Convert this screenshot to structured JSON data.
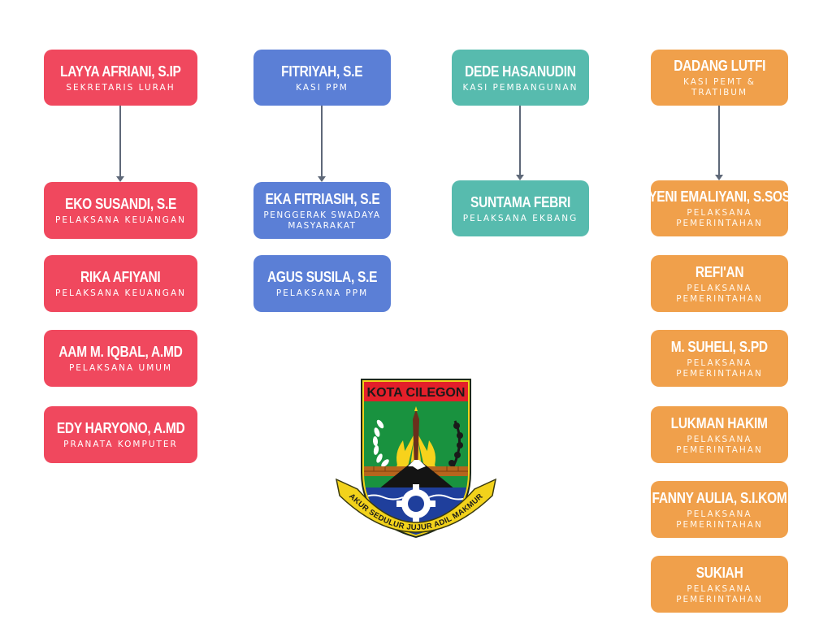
{
  "columns": [
    {
      "head": {
        "name": "LAYYA AFRIANI, S.IP",
        "role": "SEKRETARIS LURAH"
      },
      "members": [
        {
          "name": "EKO SUSANDI, S.E",
          "role": "PELAKSANA KEUANGAN"
        },
        {
          "name": "RIKA AFIYANI",
          "role": "PELAKSANA KEUANGAN"
        },
        {
          "name": "AAM M. IQBAL, A.MD",
          "role": "PELAKSANA UMUM"
        },
        {
          "name": "EDY HARYONO, A.MD",
          "role": "PRANATA KOMPUTER"
        }
      ]
    },
    {
      "head": {
        "name": "FITRIYAH, S.E",
        "role": "KASI PPM"
      },
      "members": [
        {
          "name": "EKA FITRIASIH, S.E",
          "role": "PENGGERAK SWADAYA MASYARAKAT"
        },
        {
          "name": "AGUS SUSILA, S.E",
          "role": "PELAKSANA PPM"
        }
      ]
    },
    {
      "head": {
        "name": "DEDE HASANUDIN",
        "role": "KASI PEMBANGUNAN"
      },
      "members": [
        {
          "name": "SUNTAMA FEBRI",
          "role": "PELAKSANA EKBANG"
        }
      ]
    },
    {
      "head": {
        "name": "DADANG LUTFI",
        "role": "KASI PEMT & TRATIBUM"
      },
      "members": [
        {
          "name": "YENI EMALIYANI, S.SOS",
          "role": "PELAKSANA PEMERINTAHAN"
        },
        {
          "name": "REFI'AN",
          "role": "PELAKSANA PEMERINTAHAN"
        },
        {
          "name": "M. SUHELI, S.PD",
          "role": "PELAKSANA PEMERINTAHAN"
        },
        {
          "name": "LUKMAN HAKIM",
          "role": "PELAKSANA PEMERINTAHAN"
        },
        {
          "name": "FANNY AULIA, S.I.KOM",
          "role": "PELAKSANA PEMERINTAHAN"
        },
        {
          "name": "SUKIAH",
          "role": "PELAKSANA PEMERINTAHAN"
        }
      ]
    }
  ],
  "emblem": {
    "title": "KOTA CILEGON",
    "motto": "AKUR SEDULUR JUJUR ADIL MAKMUR"
  },
  "colors": {
    "red": "#f0485e",
    "blue": "#5b7fd6",
    "teal": "#57bbae",
    "orange": "#f0a04b"
  }
}
